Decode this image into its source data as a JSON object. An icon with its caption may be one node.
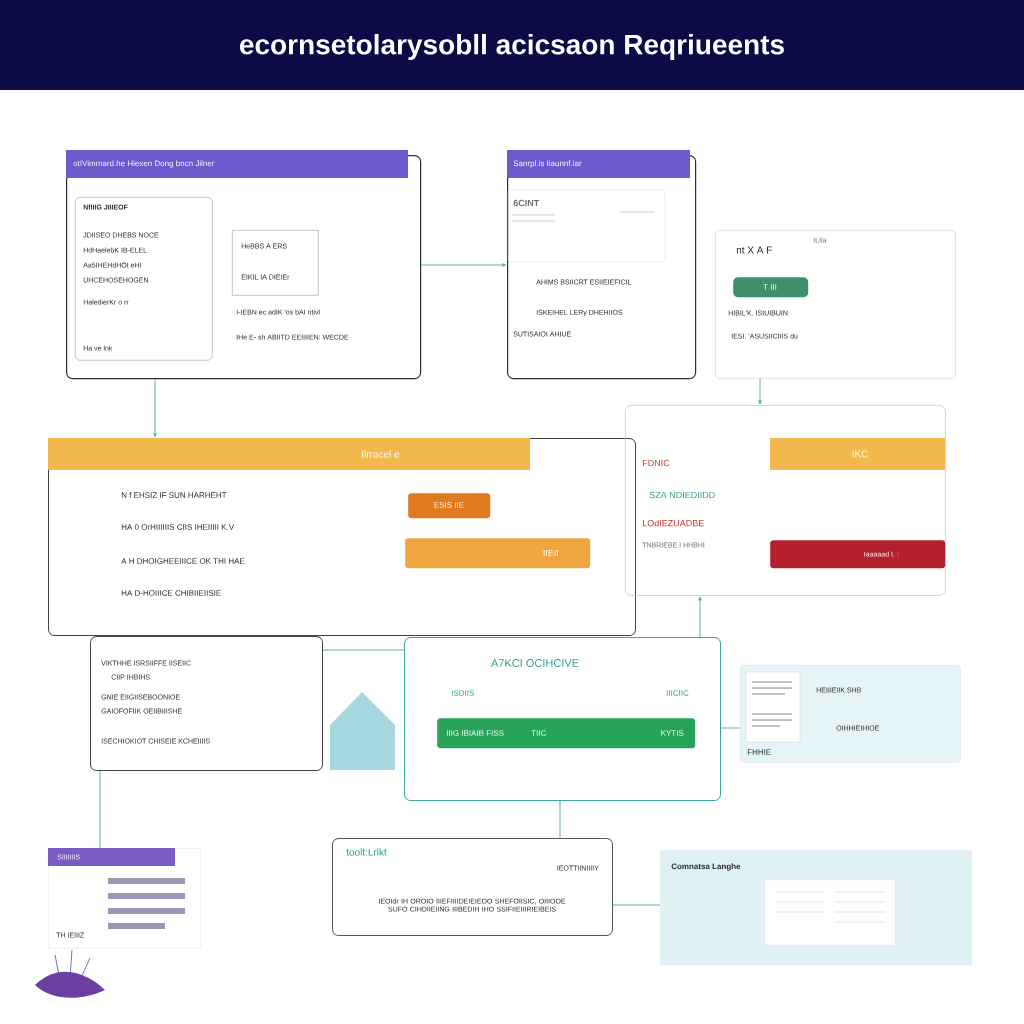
{
  "diagram": {
    "title": "ecornsetolarysobll acicsaon Reqriueents",
    "nodes": [
      {
        "text": [
          "otIVimmard.he Hiexen Dong bncn Jilner",
          "I-IEBN ec adIK 'os bAI ntivl",
          "IHe E- sh ABIITD EEIIIIEN: WECDE"
        ]
      },
      {
        "text": [
          "NfIIIG JIIIEOF",
          "JDIISEO DHEBS NOCE",
          "HdHaelebK IB-ELEL",
          "Aa5IHEHdHOI eHl",
          "UHCEHOSEHOGEN",
          "HaledierKr o rr",
          "Ha ve lnk"
        ],
        "in": 0
      },
      {
        "text": [
          "HeBBS A ERS",
          "EIKIL IA DIEIEr"
        ],
        "in": 0
      },
      {
        "text": [
          "Sanrpl.is Iiaunnf.iar",
          "6CINT",
          "AHIMS BSIICRT ESIIEIEFICIL",
          "ISKEIHEL LERy DHEHIIOS",
          "SUTISAIOI AHIUE"
        ]
      },
      {
        "text": [
          "nt X A F",
          "ILIla",
          "HIBIL'K. ISIUIBUIN",
          "IESI. 'ASUSIICIIIS du"
        ]
      },
      {
        "text": [
          "T III"
        ],
        "in": 4
      },
      {
        "text": [
          "Ilrracel e",
          "N f EHSIZ IF SUN HARHEHT",
          "HA 0 OrHIIIIIIS CIIS IHEIIIII K.V",
          "A H DHOIGHEEIIICE OK THI HAE",
          "HA D-HOIIICE CHIBIIEIISIE"
        ]
      },
      {
        "text": [
          "ESIS IIE"
        ],
        "in": 6
      },
      {
        "text": [
          "IIEII"
        ],
        "in": 6
      },
      {
        "text": [
          "IKC",
          "FDNIC",
          "SZA NDIEDIIDD",
          "LOdIEZUADBE",
          "TNBRIEBE I HHBHI"
        ]
      },
      {
        "text": [
          "Iaaaaad I. :"
        ],
        "in": 9
      },
      {
        "text": [
          "VIKTHHE ISRSIIFFE IISEIIC",
          "CIIP IHBIHS",
          "GNIE EIIGIISEBOONIOE",
          "GAIOFOFIIK OEIIBIIISHE",
          "ISECHIOKIOT CHISEIE KCHEIIIIS"
        ]
      },
      {
        "text": [
          "A7KCI OCIHCIVE",
          "ISDIIS",
          "IIICIIC"
        ]
      },
      {
        "text": [
          "IIIG IBIAIB FISS",
          "TIIC",
          "KYTIS"
        ],
        "in": 12
      },
      {
        "text": [
          "HEIIIEIIK SHB",
          "OIHHIEIHIOE",
          "FHHIE"
        ]
      },
      {
        "text": [
          "SIIIIIIIS",
          "TH IEIIIZ"
        ]
      },
      {
        "text": [
          "toolt:Lrlkt",
          "IEOTTIINIIIIY",
          "IEOIdr IH OROIO IIIEFIIIIDEIEIEOO SHEFOIISIC, OIIIOOE SUFO CIHDIIEIING IIIBEDIH IHO SSIFIIEIIIRIEIBEIS"
        ]
      },
      {
        "text": [
          "Comnatsa Langhe"
        ]
      }
    ],
    "edges": [
      {
        "from": 0,
        "to": 6,
        "arrow": "to"
      },
      {
        "from": 0,
        "to": 3,
        "arrow": "to"
      },
      {
        "from": 4,
        "to": 9,
        "arrow": "to"
      },
      {
        "from": 12,
        "to": 9,
        "arrow": "to"
      },
      {
        "from": 12,
        "to": 14,
        "arrow": "none"
      },
      {
        "from": 11,
        "to": 12,
        "arrow": "none"
      },
      {
        "from": 16,
        "to": 17,
        "arrow": "none"
      },
      {
        "from": 12,
        "to": 16,
        "arrow": "none"
      },
      {
        "from": 15,
        "to": 11,
        "arrow": "none"
      }
    ]
  }
}
